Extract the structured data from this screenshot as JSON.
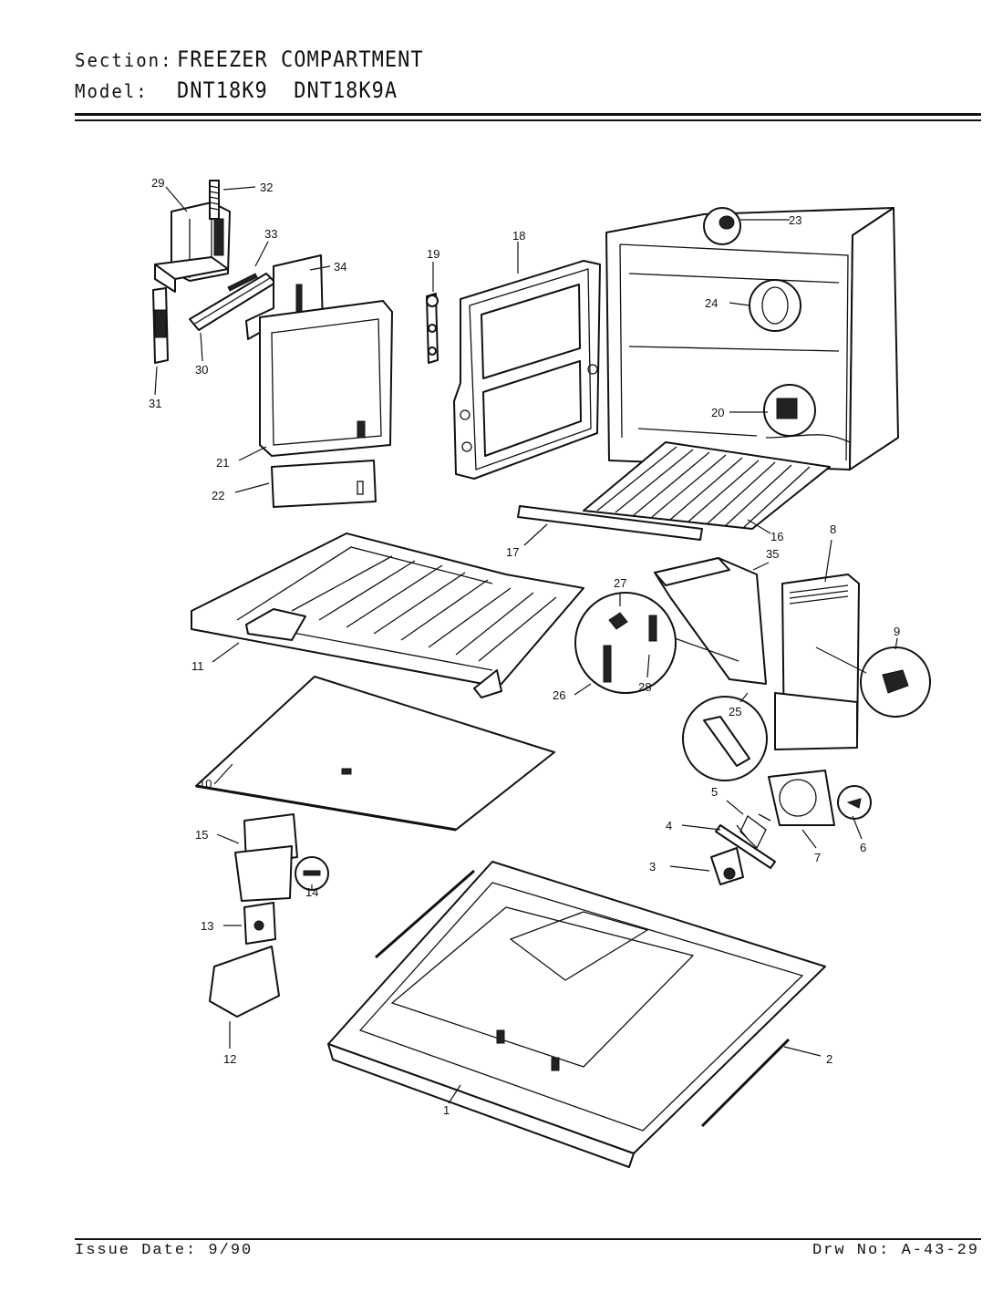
{
  "header": {
    "section_key": "Section:",
    "section_value": "FREEZER COMPARTMENT",
    "model_key": "Model:",
    "model_value": "DNT18K9  DNT18K9A"
  },
  "footer": {
    "issue_date": "Issue Date: 9/90",
    "drawing_number": "Drw No: A-43-29"
  },
  "callouts": [
    "1",
    "2",
    "3",
    "4",
    "5",
    "6",
    "7",
    "8",
    "9",
    "10",
    "11",
    "12",
    "13",
    "14",
    "15",
    "16",
    "17",
    "18",
    "19",
    "20",
    "21",
    "22",
    "23",
    "24",
    "25",
    "26",
    "27",
    "28",
    "29",
    "30",
    "31",
    "32",
    "33",
    "34",
    "35"
  ]
}
